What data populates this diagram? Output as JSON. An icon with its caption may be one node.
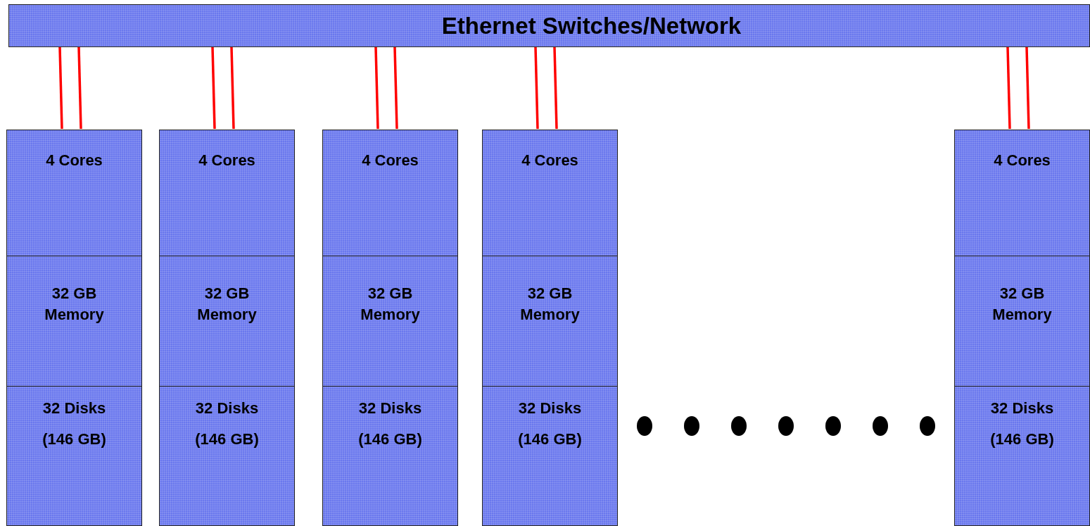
{
  "diagram": {
    "nodes": [
      {
        "text": [
          "Ethernet Switches/Network"
        ]
      },
      {
        "text": [],
        "shape": "box"
      },
      {
        "text": [
          "4 Cores"
        ],
        "in": 1
      },
      {
        "text": [
          "32 GB Memory"
        ],
        "in": 1
      },
      {
        "text": [
          "32 Disks",
          "(146 GB)"
        ],
        "in": 1
      },
      {
        "text": [],
        "shape": "box"
      },
      {
        "text": [
          "4 Cores"
        ],
        "in": 5
      },
      {
        "text": [
          "32 GB Memory"
        ],
        "in": 5
      },
      {
        "text": [
          "32 Disks",
          "(146 GB)"
        ],
        "in": 5
      },
      {
        "text": [],
        "shape": "box"
      },
      {
        "text": [
          "4 Cores"
        ],
        "in": 9
      },
      {
        "text": [
          "32 GB Memory"
        ],
        "in": 9
      },
      {
        "text": [
          "32 Disks",
          "(146 GB)"
        ],
        "in": 9
      },
      {
        "text": [],
        "shape": "box"
      },
      {
        "text": [
          "4 Cores"
        ],
        "in": 13
      },
      {
        "text": [
          "32 GB Memory"
        ],
        "in": 13
      },
      {
        "text": [
          "32 Disks",
          "(146 GB)"
        ],
        "in": 13
      },
      {
        "text": [],
        "shape": "box"
      },
      {
        "text": [
          "4 Cores"
        ],
        "in": 17
      },
      {
        "text": [
          "32 GB Memory"
        ],
        "in": 17
      },
      {
        "text": [
          "32 Disks",
          "(146 GB)"
        ],
        "in": 17
      }
    ],
    "edges": [
      {
        "from": 0,
        "to": 1,
        "arrow": "none"
      },
      {
        "from": 0,
        "to": 1,
        "arrow": "none"
      },
      {
        "from": 0,
        "to": 5,
        "arrow": "none"
      },
      {
        "from": 0,
        "to": 5,
        "arrow": "none"
      },
      {
        "from": 0,
        "to": 9,
        "arrow": "none"
      },
      {
        "from": 0,
        "to": 9,
        "arrow": "none"
      },
      {
        "from": 0,
        "to": 13,
        "arrow": "none"
      },
      {
        "from": 0,
        "to": 13,
        "arrow": "none"
      },
      {
        "from": 0,
        "to": 17,
        "arrow": "none"
      },
      {
        "from": 0,
        "to": 17,
        "arrow": "none"
      }
    ]
  }
}
